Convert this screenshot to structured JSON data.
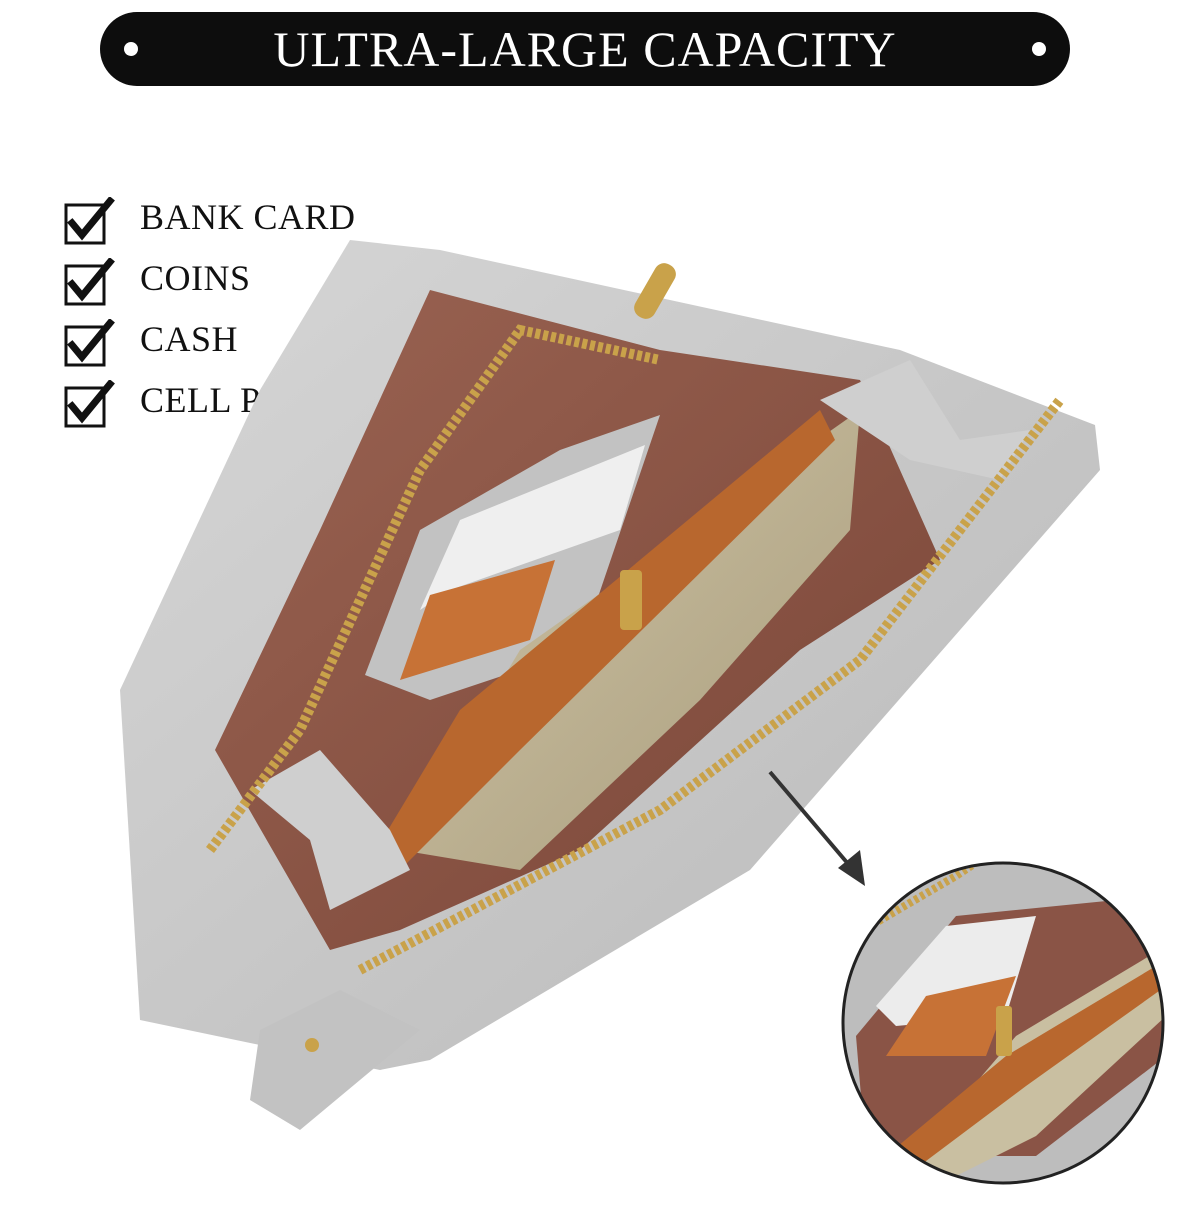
{
  "banner": {
    "title": "ULTRA-LARGE CAPACITY"
  },
  "features": [
    {
      "label": "BANK CARD",
      "checked": true
    },
    {
      "label": "COINS",
      "checked": true
    },
    {
      "label": "CASH",
      "checked": true
    },
    {
      "label": "CELL PHONE",
      "checked": true
    }
  ],
  "colors": {
    "banner_bg": "#0d0d0d",
    "banner_text": "#ffffff",
    "leather_gray": "#c9c9c9",
    "lining_brown": "#8a5446",
    "zipper_gold": "#c9a24a",
    "pocket_orange": "#b8672e"
  },
  "icons": {
    "checkbox": "checkbox-checked-icon",
    "arrow": "arrow-down-right-icon"
  }
}
